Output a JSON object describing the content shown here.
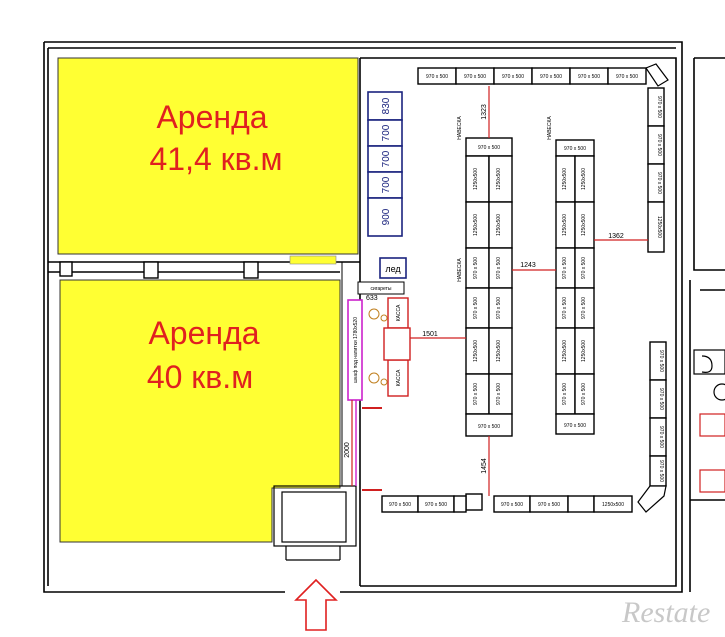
{
  "rental_areas": [
    {
      "label": "Аренда",
      "area": "41,4 кв.м"
    },
    {
      "label": "Аренда",
      "area": "40 кв.м"
    }
  ],
  "blue_column": [
    "900",
    "700",
    "700",
    "700",
    "830"
  ],
  "led_label": "лед",
  "cigarettes_label": "сигареты",
  "cash_label": "КАССА",
  "cabinet_label": "шкаф под напитки 1780x520",
  "hanging_label": "НАВЕСКА",
  "dimensions": {
    "d1": "1323",
    "d2": "1243",
    "d3": "1362",
    "d4": "1501",
    "d5": "1454",
    "d6": "2000",
    "d7": "633"
  },
  "shelf_970": "970 x 500",
  "shelf_1250": "1250x500",
  "watermark": "Restate"
}
